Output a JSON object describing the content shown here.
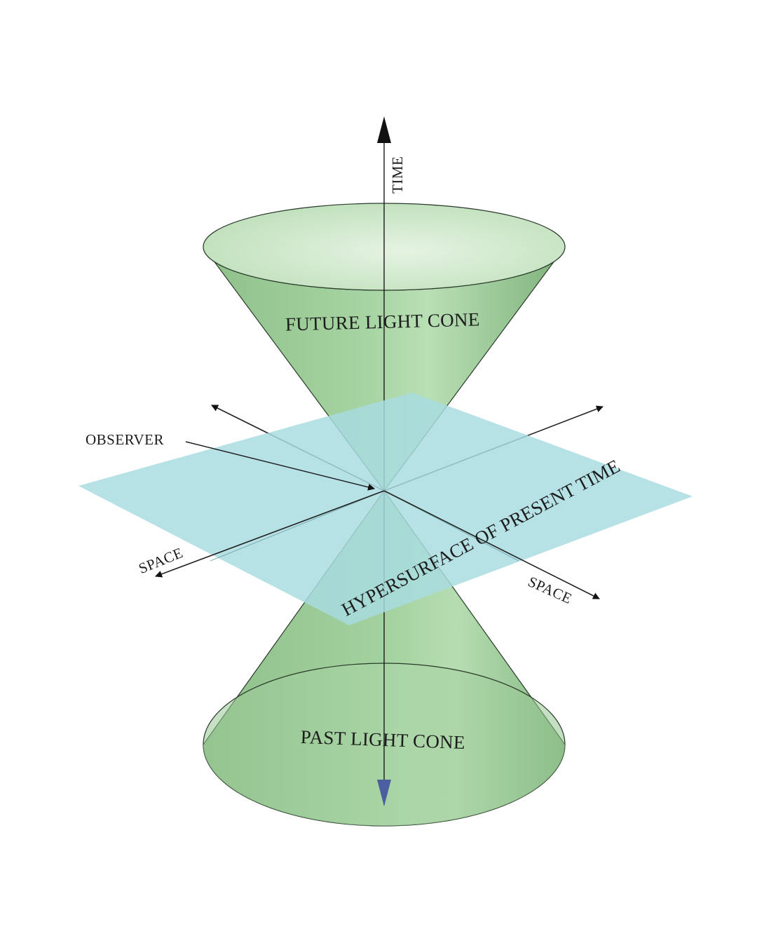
{
  "labels": {
    "time": "TIME",
    "future_cone": "FUTURE LIGHT CONE",
    "observer": "OBSERVER",
    "hypersurface": "HYPERSURFACE OF PRESENT TIME",
    "space_left": "SPACE",
    "space_right": "SPACE",
    "past_cone": "PAST LIGHT CONE"
  },
  "colors": {
    "cone_green": "#9ccc98",
    "cone_green_dark": "#7fb27c",
    "cone_rim": "#d8ecd4",
    "plane_blue": "#a8dbe0",
    "time_arrow_bottom": "#4a5ea0",
    "ink": "#1c1c1c"
  }
}
